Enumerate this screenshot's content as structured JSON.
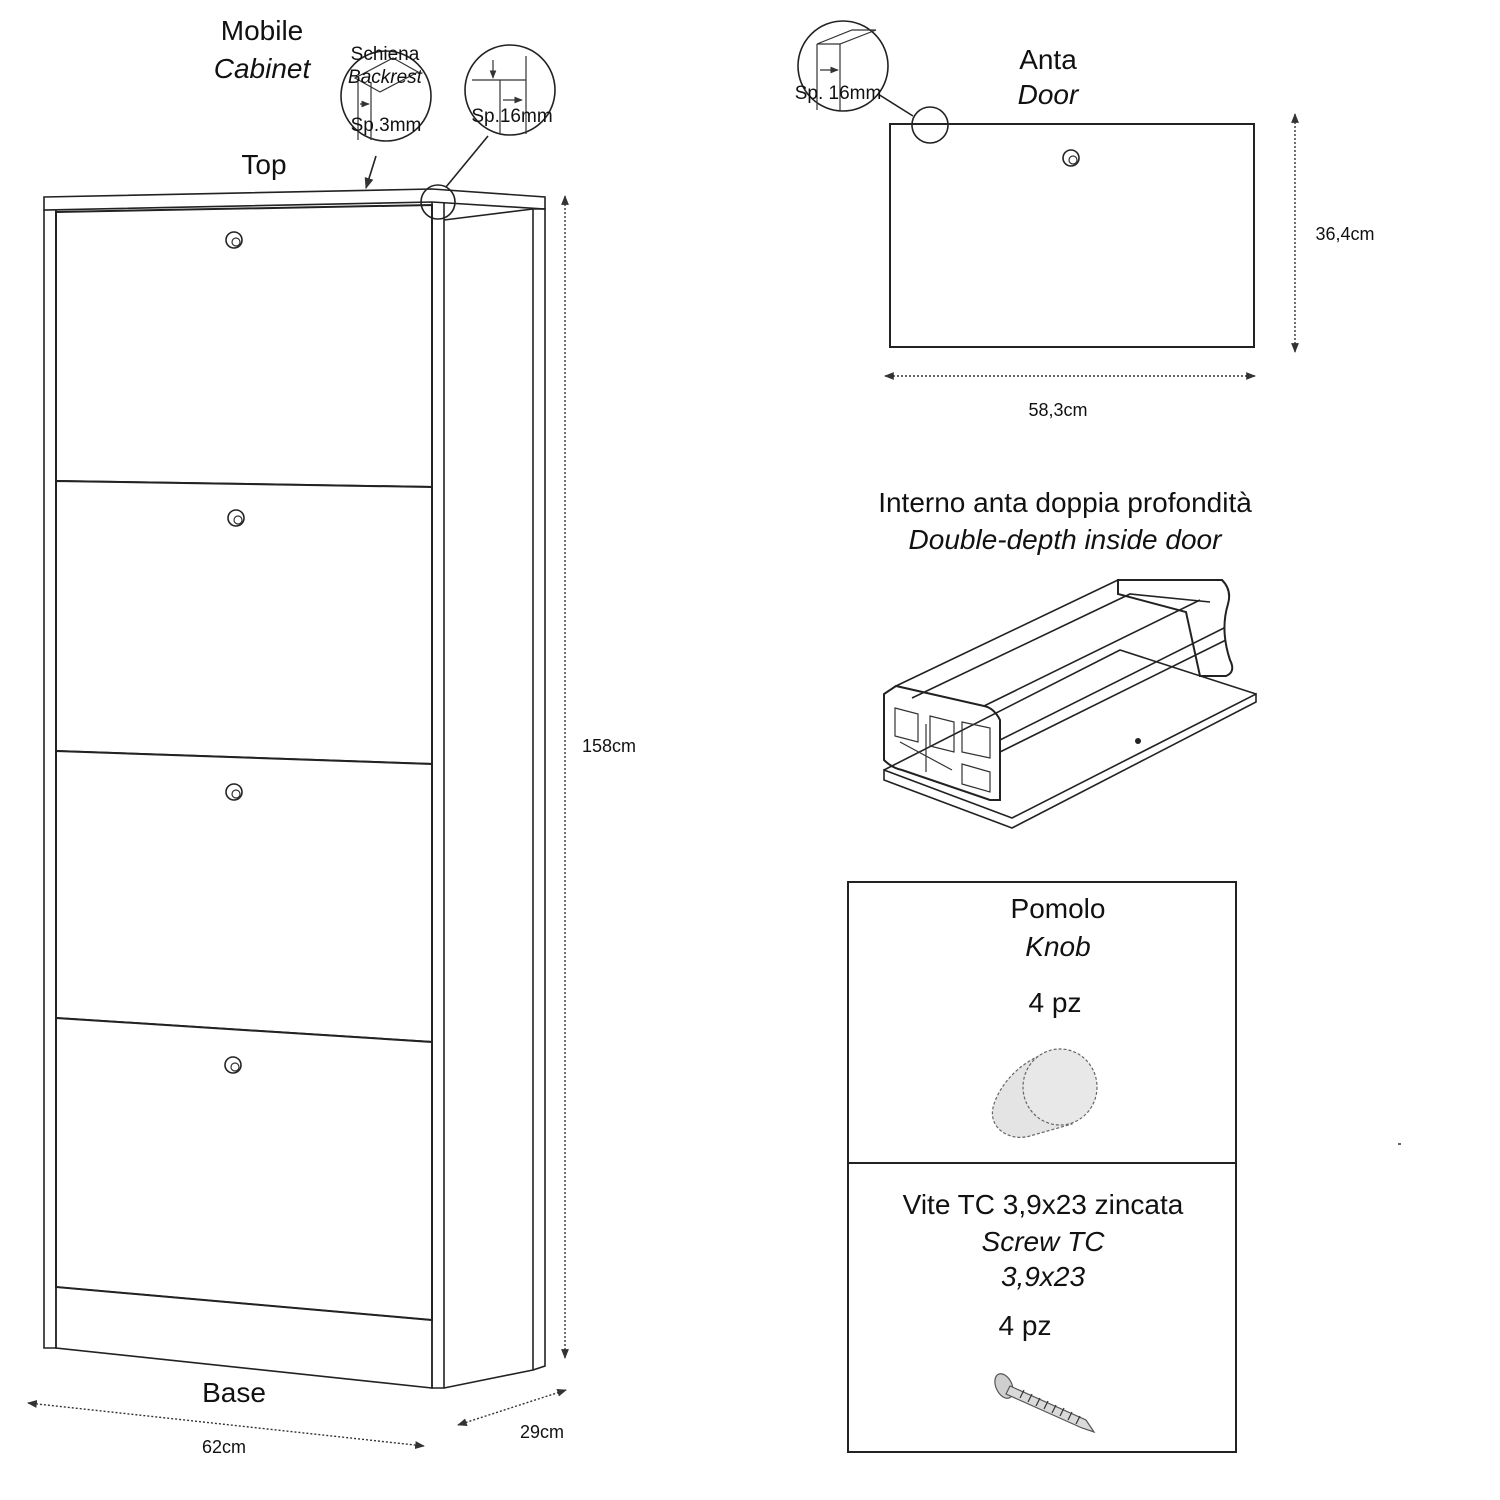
{
  "cabinet": {
    "title_it": "Mobile",
    "title_en": "Cabinet",
    "backrest_it": "Schiena",
    "backrest_en": "Backrest",
    "backrest_thickness": "Sp.3mm",
    "panel_thickness": "Sp.16mm",
    "top_label": "Top",
    "base_label": "Base",
    "height": "158cm",
    "width": "62cm",
    "depth": "29cm"
  },
  "door": {
    "title_it": "Anta",
    "title_en": "Door",
    "thickness": "Sp. 16mm",
    "height": "36,4cm",
    "width": "58,3cm"
  },
  "inside_door": {
    "title_it": "Interno anta doppia profondità",
    "title_en": "Double-depth inside door"
  },
  "hardware": {
    "knob": {
      "title_it": "Pomolo",
      "title_en": "Knob",
      "quantity": "4 pz"
    },
    "screw": {
      "title_it": "Vite TC 3,9x23 zincata",
      "title_en_1": "Screw TC",
      "title_en_2": "3,9x23",
      "quantity": "4 pz"
    }
  }
}
